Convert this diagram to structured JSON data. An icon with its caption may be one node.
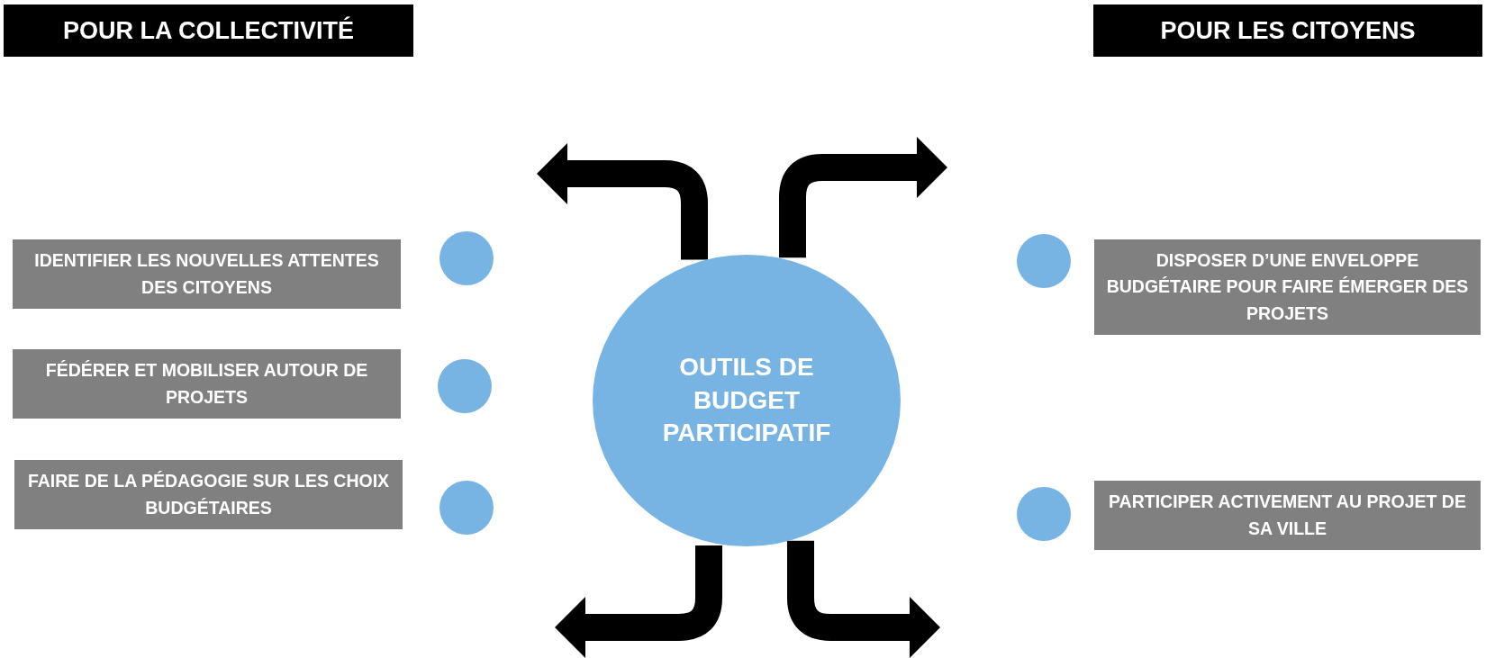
{
  "diagram": {
    "nodes": [
      {
        "text": [
          "POUR LA COLLECTIVITÉ"
        ]
      },
      {
        "text": [
          "POUR LES CITOYENS"
        ]
      },
      {
        "text": [
          "IDENTIFIER LES NOUVELLES ATTENTES DES CITOYENS"
        ]
      },
      {
        "text": [],
        "shape": "circle"
      },
      {
        "text": [],
        "shape": "circle"
      },
      {
        "text": [
          "DISPOSER D’UNE ENVELOPPE BUDGÉTAIRE POUR FAIRE ÉMERGER DES PROJETS"
        ]
      },
      {
        "text": [
          "FÉDÉRER ET MOBILISER AUTOUR DE PROJETS"
        ]
      },
      {
        "text": [],
        "shape": "circle"
      },
      {
        "text": [
          "OUTILS DE BUDGET PARTICIPATIF"
        ]
      },
      {
        "text": [
          "FAIRE DE LA PÉDAGOGIE SUR LES CHOIX BUDGÉTAIRES"
        ]
      },
      {
        "text": [],
        "shape": "circle"
      },
      {
        "text": [],
        "shape": "circle"
      },
      {
        "text": [
          "PARTICIPER ACTIVEMENT AU PROJET DE SA VILLE"
        ]
      }
    ],
    "edges": [
      {
        "from": 8,
        "to": null,
        "arrow": "to"
      },
      {
        "from": 8,
        "to": null,
        "arrow": "to"
      },
      {
        "from": 8,
        "to": null,
        "arrow": "to"
      },
      {
        "from": 8,
        "to": null,
        "arrow": "to"
      }
    ]
  }
}
